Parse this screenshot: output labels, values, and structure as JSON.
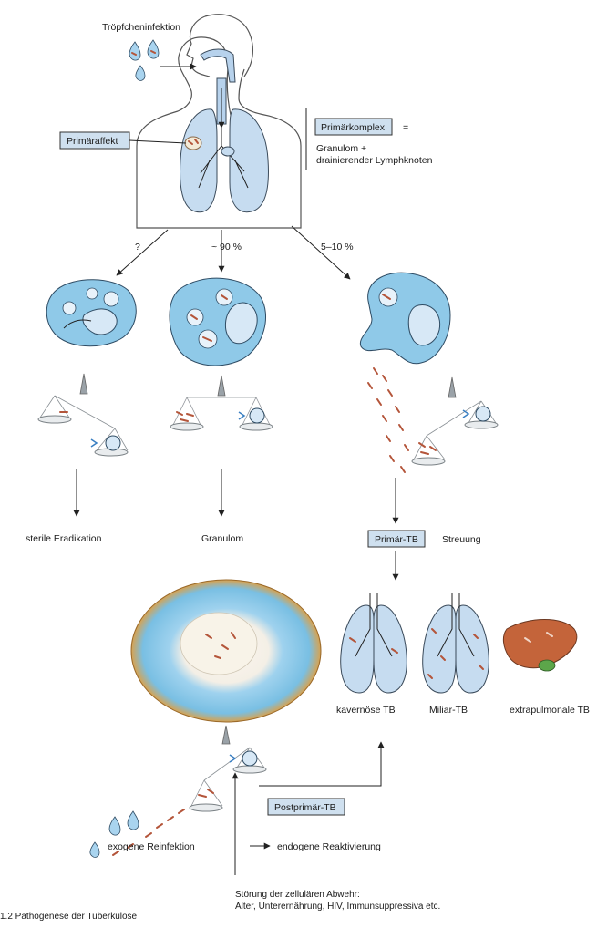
{
  "labels": {
    "droplet_infection": "Tröpfcheninfektion",
    "primary_affect": "Primäraffekt",
    "primary_complex": "Primärkomplex",
    "equals": "=",
    "granuloma_plus": "Granulom +",
    "draining_lymph": "drainierender Lymphknoten",
    "branch_left": "?",
    "branch_mid": "~ 90 %",
    "branch_right": "5–10 %",
    "sterile_eradication": "sterile Eradikation",
    "granuloma": "Granulom",
    "primary_tb": "Primär-TB",
    "dissemination": "Streuung",
    "cavernous_tb": "kavernöse TB",
    "miliary_tb": "Miliar-TB",
    "extrapulmonary_tb": "extrapulmonale TB",
    "postprimary_tb": "Postprimär-TB",
    "exogenous_reinfection": "exogene Reinfektion",
    "endogenous_reactivation": "endogene Reaktivierung",
    "immune_disorder": "Störung der zellulären Abwehr:",
    "immune_causes": "Alter, Unterernährung, HIV, Immunsuppressiva etc.",
    "caption": "1.2  Pathogenese der Tuberkulose"
  },
  "colors": {
    "lung": "#c6dcf0",
    "cell": "#8fc9e8",
    "bacteria": "#b4553a",
    "label_box": "#cfe0ef",
    "granuloma_rim": "#d9a85a",
    "liver": "#c4643a"
  }
}
